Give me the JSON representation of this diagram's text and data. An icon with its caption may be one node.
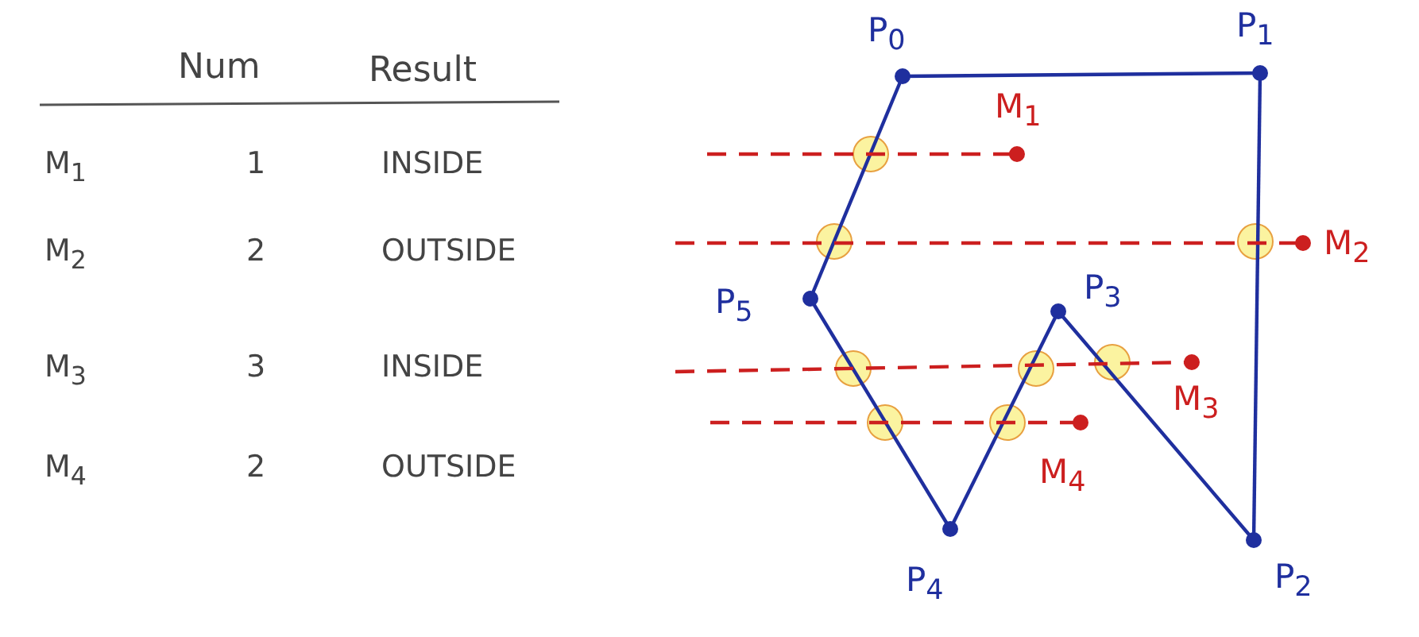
{
  "diagram": {
    "nodes": [
      {
        "text": [
          "P$_{0}$"
        ]
      },
      {
        "text": [
          "P$_{1}$"
        ]
      },
      {
        "text": [
          "P$_{2}$"
        ]
      },
      {
        "text": [
          "P$_{3}$"
        ]
      },
      {
        "text": [
          "P$_{4}$"
        ]
      },
      {
        "text": [
          "P$_{5}$"
        ]
      },
      {
        "text": [
          "M$_{1}$"
        ]
      },
      {
        "text": [
          "M$_{2}$"
        ]
      },
      {
        "text": [
          "M$_{3}$"
        ]
      },
      {
        "text": [
          "M$_{4}$"
        ]
      }
    ],
    "edges": [
      {
        "from": 0,
        "to": 1,
        "arrow": "none"
      },
      {
        "from": 1,
        "to": 2,
        "arrow": "none"
      },
      {
        "from": 2,
        "to": 3,
        "arrow": "none"
      },
      {
        "from": 3,
        "to": 4,
        "arrow": "none"
      },
      {
        "from": 4,
        "to": 5,
        "arrow": "none"
      },
      {
        "from": 5,
        "to": 0,
        "arrow": "none"
      },
      {
        "from": null,
        "to": 6,
        "arrow": "none",
        "style": "dashed",
        "color": "#cc1f1f"
      },
      {
        "from": null,
        "to": 7,
        "arrow": "none",
        "style": "dashed",
        "color": "#cc1f1f"
      },
      {
        "from": null,
        "to": 8,
        "arrow": "none",
        "style": "dashed",
        "color": "#cc1f1f"
      },
      {
        "from": null,
        "to": 9,
        "arrow": "none",
        "style": "dashed",
        "color": "#cc1f1f"
      }
    ],
    "labels": [
      "Num",
      "Result",
      "M$_{1}$",
      "1",
      "INSIDE",
      "M$_{2}$",
      "2",
      "OUTSIDE",
      "M$_{3}$",
      "3",
      "INSIDE",
      "M$_{4}$",
      "2",
      "OUTSIDE"
    ]
  }
}
